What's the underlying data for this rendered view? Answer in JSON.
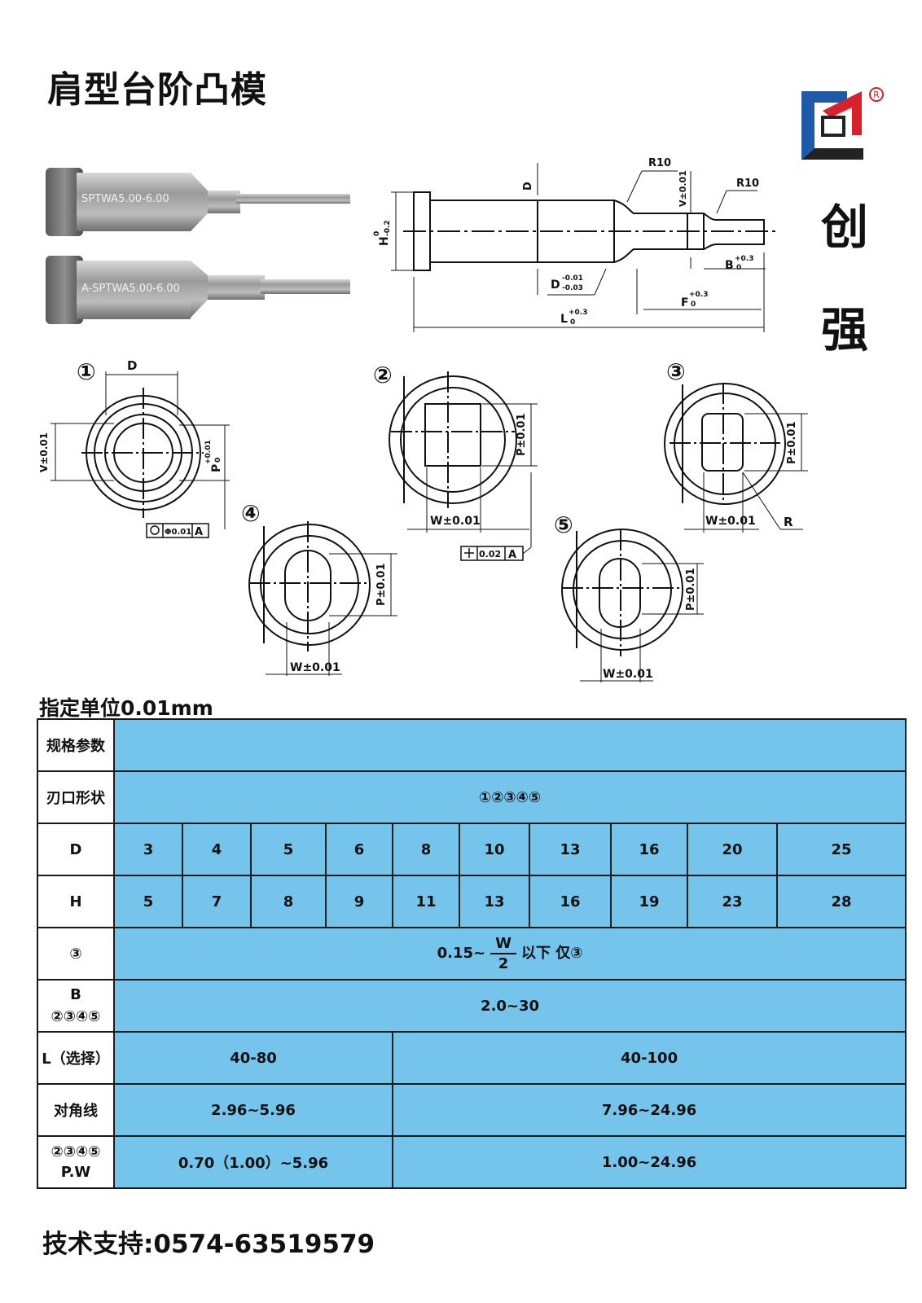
{
  "title": "肩型台阶凸模",
  "brand": {
    "chars": [
      "创",
      "强"
    ],
    "logo_colors": {
      "blue": "#1f5aa8",
      "red": "#d8222a",
      "dark": "#222222"
    }
  },
  "photo_labels": [
    "SPTWA5.00-6.00",
    "A-SPTWA5.00-6.00"
  ],
  "side_view_labels": {
    "d": "D",
    "r10a": "R10",
    "r10b": "R10",
    "v": "V±0.01",
    "h": "H",
    "h_tol_top": "0",
    "h_tol_bot": "-0.2",
    "d_tol": "D",
    "d_tol_top": "-0.01",
    "d_tol_bot": "-0.03",
    "b": "B",
    "b_tol_top": "+0.3",
    "b_tol_bot": "0",
    "f": "F",
    "f_tol_top": "+0.3",
    "f_tol_bot": "0",
    "l": "L",
    "l_tol_top": "+0.3",
    "l_tol_bot": "0"
  },
  "shapes": {
    "s1": {
      "num": "①",
      "d": "D",
      "v": "V±0.01",
      "p": "P",
      "p_tol_top": "+0.01",
      "p_tol_bot": "0",
      "tol_box": "Φ0.01",
      "datum": "A"
    },
    "s2": {
      "num": "②",
      "p": "P±0.01",
      "w": "W±0.01",
      "tol_box": "0.02",
      "datum": "A"
    },
    "s3": {
      "num": "③",
      "p": "P±0.01",
      "w": "W±0.01",
      "r": "R"
    },
    "s4": {
      "num": "④",
      "p": "P±0.01",
      "w": "W±0.01"
    },
    "s5": {
      "num": "⑤",
      "p": "P±0.01",
      "w": "W±0.01"
    }
  },
  "unit_label": "指定单位0.01mm",
  "table": {
    "r_spec": "规格参数",
    "r_shape": "刃口形状",
    "shapes_value": "①②③④⑤",
    "r_d": "D",
    "d_values": [
      "3",
      "4",
      "5",
      "6",
      "8",
      "10",
      "13",
      "16",
      "20",
      "25"
    ],
    "r_h": "H",
    "h_values": [
      "5",
      "7",
      "8",
      "9",
      "11",
      "13",
      "16",
      "19",
      "23",
      "28"
    ],
    "r_r": "③",
    "r_prefix": "0.15~",
    "r_num": "W",
    "r_den": "2",
    "r_suffix": "以下  仅③",
    "r_b_1": "B",
    "r_b_2": "②③④⑤",
    "b_value": "2.0~30",
    "r_l": "L（选择）",
    "l_values": [
      "40-80",
      "40-100"
    ],
    "r_diag": "对角线",
    "diag_values": [
      "2.96~5.96",
      "7.96~24.96"
    ],
    "r_pw_1": "②③④⑤",
    "r_pw_2": "P.W",
    "pw_values": [
      "0.70（1.00）~5.96",
      "1.00~24.96"
    ]
  },
  "support": "技术支持:0574-63519579"
}
